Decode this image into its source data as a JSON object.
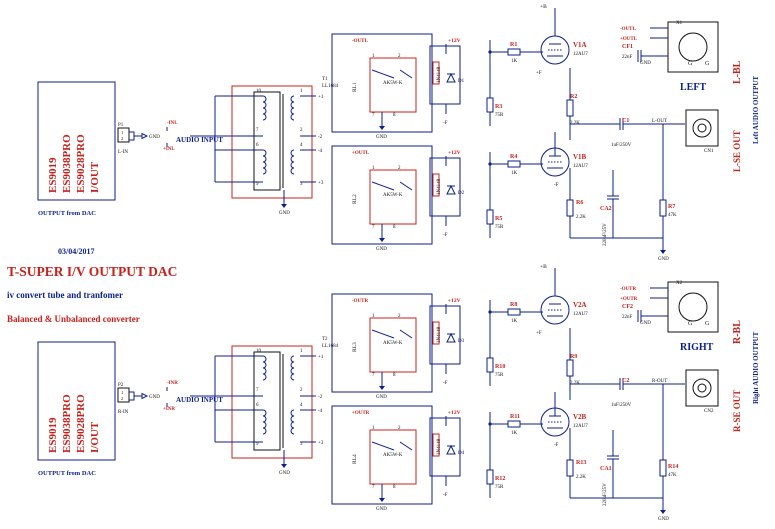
{
  "date": "03/04/2017",
  "title": "T-SUPER  I/V OUTPUT DAC",
  "subtitle1": "iv convert tube and tranfomer",
  "subtitle2": "Balanced & Unbalanced converter",
  "dac_box": {
    "line1": "ES9019",
    "line2": "ES9038PRO",
    "line3": "ES9028PRO",
    "line4": "I/OUT",
    "caption": "OUTPUT from DAC"
  },
  "channels": {
    "left": {
      "name": "LEFT",
      "vertical_label": "Left AUDIO OUTPUT",
      "xlr_label": "L-BL",
      "se_label": "L-SE OUT",
      "input_conn": "P1",
      "input_name": "L-IN",
      "plus": "+INL",
      "minus": "-INL",
      "transformer": "T1",
      "tf_model": "LL1684",
      "relay_a": "RL1",
      "relay_b": "RL2",
      "relay_model": "AK5W-K",
      "diode_a": "D1",
      "diode_b": "D2",
      "diode_part": "1N4148",
      "tube_a": "V1A",
      "tube_b": "V1B",
      "tube_model": "12AU7",
      "r_grid_a": "R1",
      "r_grid_b": "R4",
      "r_grid_val": "1K",
      "r_load_a": "R3",
      "r_load_b": "R5",
      "r_load_val": "75R",
      "r_anode": "R2",
      "r_cath": "R6",
      "r_val_22k": "2.2K",
      "r_out": "R7",
      "r_out_val": "47K",
      "cap_out": "C1",
      "cap_out_val": "1uF/250V",
      "cap_xlr": "CF1",
      "cap_xlr_val": "22nF",
      "cap_cath": "CA2",
      "cap_cath_val": "220uF/25V",
      "out_net": "L-OUT",
      "xlr_conn": "X1",
      "se_conn": "CN1",
      "outl_pos": "+OUTL",
      "outl_neg": "-OUTL"
    },
    "right": {
      "name": "RIGHT",
      "vertical_label": "Right AUDIO OUTPUT",
      "xlr_label": "R-BL",
      "se_label": "R-SE OUT",
      "input_conn": "P2",
      "input_name": "R-IN",
      "plus": "+INR",
      "minus": "-INR",
      "transformer": "T2",
      "tf_model": "LL1684",
      "relay_a": "RL3",
      "relay_b": "RL4",
      "relay_model": "AK5W-K",
      "diode_a": "D3",
      "diode_b": "D4",
      "diode_part": "1N4148",
      "tube_a": "V2A",
      "tube_b": "V2B",
      "tube_model": "12AU7",
      "r_grid_a": "R8",
      "r_grid_b": "R11",
      "r_grid_val": "1K",
      "r_load_a": "R10",
      "r_load_b": "R12",
      "r_load_val": "75R",
      "r_anode": "R9",
      "r_cath": "R13",
      "r_val_22k": "2.2K",
      "r_out": "R14",
      "r_out_val": "47K",
      "cap_out": "C2",
      "cap_out_val": "1uF/250V",
      "cap_xlr": "CF2",
      "cap_xlr_val": "22nF",
      "cap_cath": "CA1",
      "cap_cath_val": "220uF/25V",
      "out_net": "R-OUT",
      "xlr_conn": "X2",
      "se_conn": "CN2",
      "outl_pos": "+OUTR",
      "outl_neg": "-OUTR"
    }
  },
  "common": {
    "audio_input": "AUDIO INPUT",
    "gnd": "GND",
    "plus_b": "+B",
    "plus_f": "+F",
    "minus_f": "-F",
    "plus12": "+12V",
    "pin_labels": {
      "p1": "1",
      "p2": "2",
      "p3": "3",
      "p4": "4",
      "p5": "5",
      "p6": "6",
      "p7": "7",
      "p8": "8",
      "p9": "9",
      "p10": "10"
    },
    "xlr_pins": {
      "g": "G"
    },
    "net_labels": {
      "tf_pos1": "+1",
      "tf_neg2": "-2",
      "tf_neg4": "-4",
      "tf_pos3": "+3"
    }
  }
}
